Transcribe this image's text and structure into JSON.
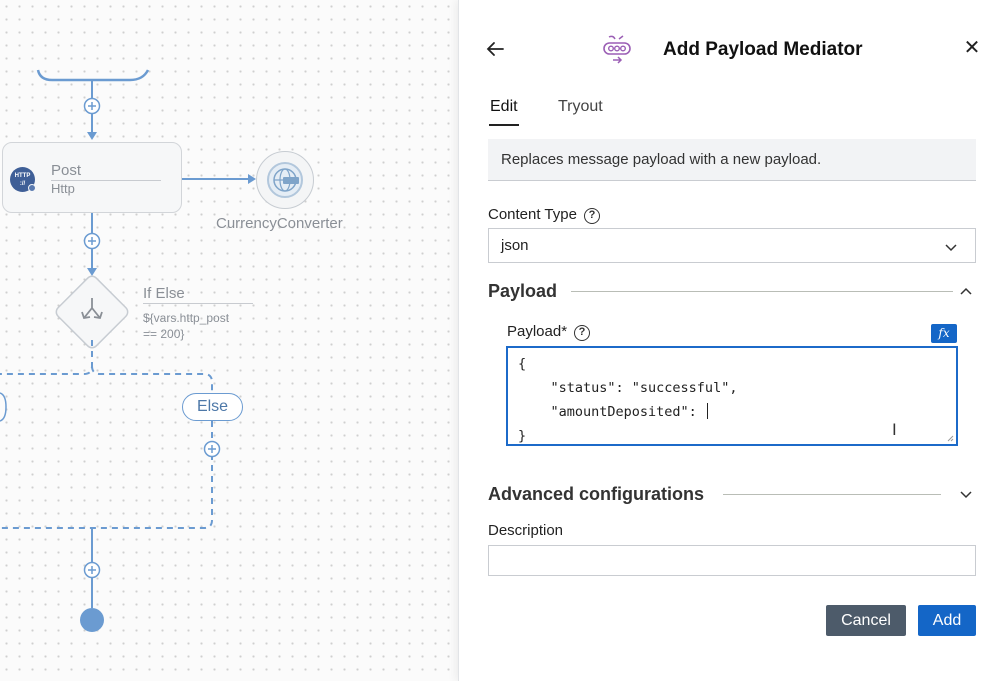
{
  "canvas": {
    "http_node": {
      "icon_text": "HTTP",
      "icon_sub": "://",
      "title": "Post",
      "subtitle": "Http"
    },
    "endpoint": {
      "label": "CurrencyConverter",
      "icon_text": "HTTP"
    },
    "if_else": {
      "title": "If Else",
      "condition_line1": "${vars.http_post",
      "condition_line2": "== 200}"
    },
    "else_branch": {
      "label": "Else"
    }
  },
  "panel": {
    "title": "Add Payload Mediator",
    "tabs": [
      {
        "label": "Edit",
        "active": true
      },
      {
        "label": "Tryout",
        "active": false
      }
    ],
    "description": "Replaces message payload with a new payload.",
    "content_type": {
      "label": "Content Type",
      "value": "json"
    },
    "payload_section": {
      "title": "Payload",
      "expanded": true
    },
    "payload_field": {
      "label": "Payload*",
      "fx_label": "fx",
      "lines": [
        "{",
        "    \"status\": \"successful\",",
        "    \"amountDeposited\": ",
        "}"
      ]
    },
    "advanced_section": {
      "title": "Advanced configurations",
      "expanded": false
    },
    "description_field": {
      "label": "Description",
      "value": ""
    },
    "buttons": {
      "cancel": "Cancel",
      "add": "Add"
    }
  },
  "colors": {
    "accent": "#1466c7",
    "flow_line": "#6b9bd1",
    "cancel_bg": "#4d5b6a"
  }
}
